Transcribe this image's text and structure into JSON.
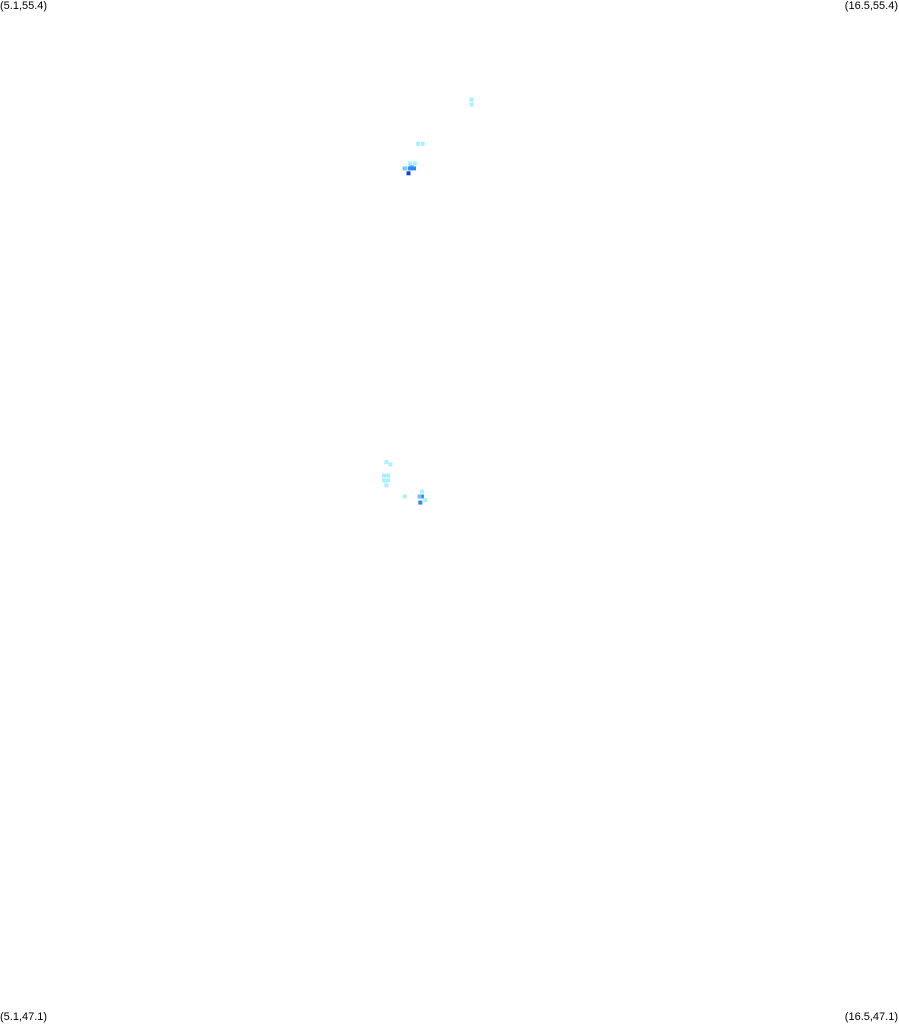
{
  "corner_labels": {
    "top_left": "(5.1,55.4)",
    "top_right": "(16.5,55.4)",
    "bottom_left": "(5.1,47.1)",
    "bottom_right": "(16.5,47.1)"
  },
  "chart_data": {
    "type": "heatmap",
    "xlim": [
      5.1,
      16.5
    ],
    "ylim": [
      47.1,
      55.4
    ],
    "grid": false,
    "legend": "none",
    "levels": {
      "1": "#aaf0ff",
      "2": "#66c6ff",
      "3": "#2f86f5",
      "4": "#1a3fe0"
    },
    "points": [
      {
        "lon": 11.08,
        "lat": 54.59,
        "level": 1
      },
      {
        "lon": 11.08,
        "lat": 54.55,
        "level": 1
      },
      {
        "lon": 10.4,
        "lat": 54.23,
        "level": 1
      },
      {
        "lon": 10.46,
        "lat": 54.23,
        "level": 1
      },
      {
        "lon": 10.36,
        "lat": 54.07,
        "level": 1
      },
      {
        "lon": 10.3,
        "lat": 54.07,
        "level": 1
      },
      {
        "lon": 10.26,
        "lat": 54.03,
        "level": 1
      },
      {
        "lon": 10.32,
        "lat": 54.04,
        "level": 2
      },
      {
        "lon": 10.35,
        "lat": 54.03,
        "level": 3
      },
      {
        "lon": 10.3,
        "lat": 54.03,
        "level": 3
      },
      {
        "lon": 10.23,
        "lat": 54.03,
        "level": 2
      },
      {
        "lon": 10.28,
        "lat": 53.99,
        "level": 4
      },
      {
        "lon": 10.0,
        "lat": 51.64,
        "level": 1
      },
      {
        "lon": 10.05,
        "lat": 51.62,
        "level": 1
      },
      {
        "lon": 9.97,
        "lat": 51.53,
        "level": 1
      },
      {
        "lon": 10.02,
        "lat": 51.53,
        "level": 1
      },
      {
        "lon": 9.97,
        "lat": 51.49,
        "level": 1
      },
      {
        "lon": 10.02,
        "lat": 51.49,
        "level": 1
      },
      {
        "lon": 10.0,
        "lat": 51.45,
        "level": 1
      },
      {
        "lon": 10.45,
        "lat": 51.4,
        "level": 1
      },
      {
        "lon": 10.23,
        "lat": 51.36,
        "level": 1
      },
      {
        "lon": 10.45,
        "lat": 51.36,
        "level": 3
      },
      {
        "lon": 10.42,
        "lat": 51.36,
        "level": 2
      },
      {
        "lon": 10.49,
        "lat": 51.33,
        "level": 1
      },
      {
        "lon": 10.43,
        "lat": 51.31,
        "level": 3
      }
    ]
  }
}
